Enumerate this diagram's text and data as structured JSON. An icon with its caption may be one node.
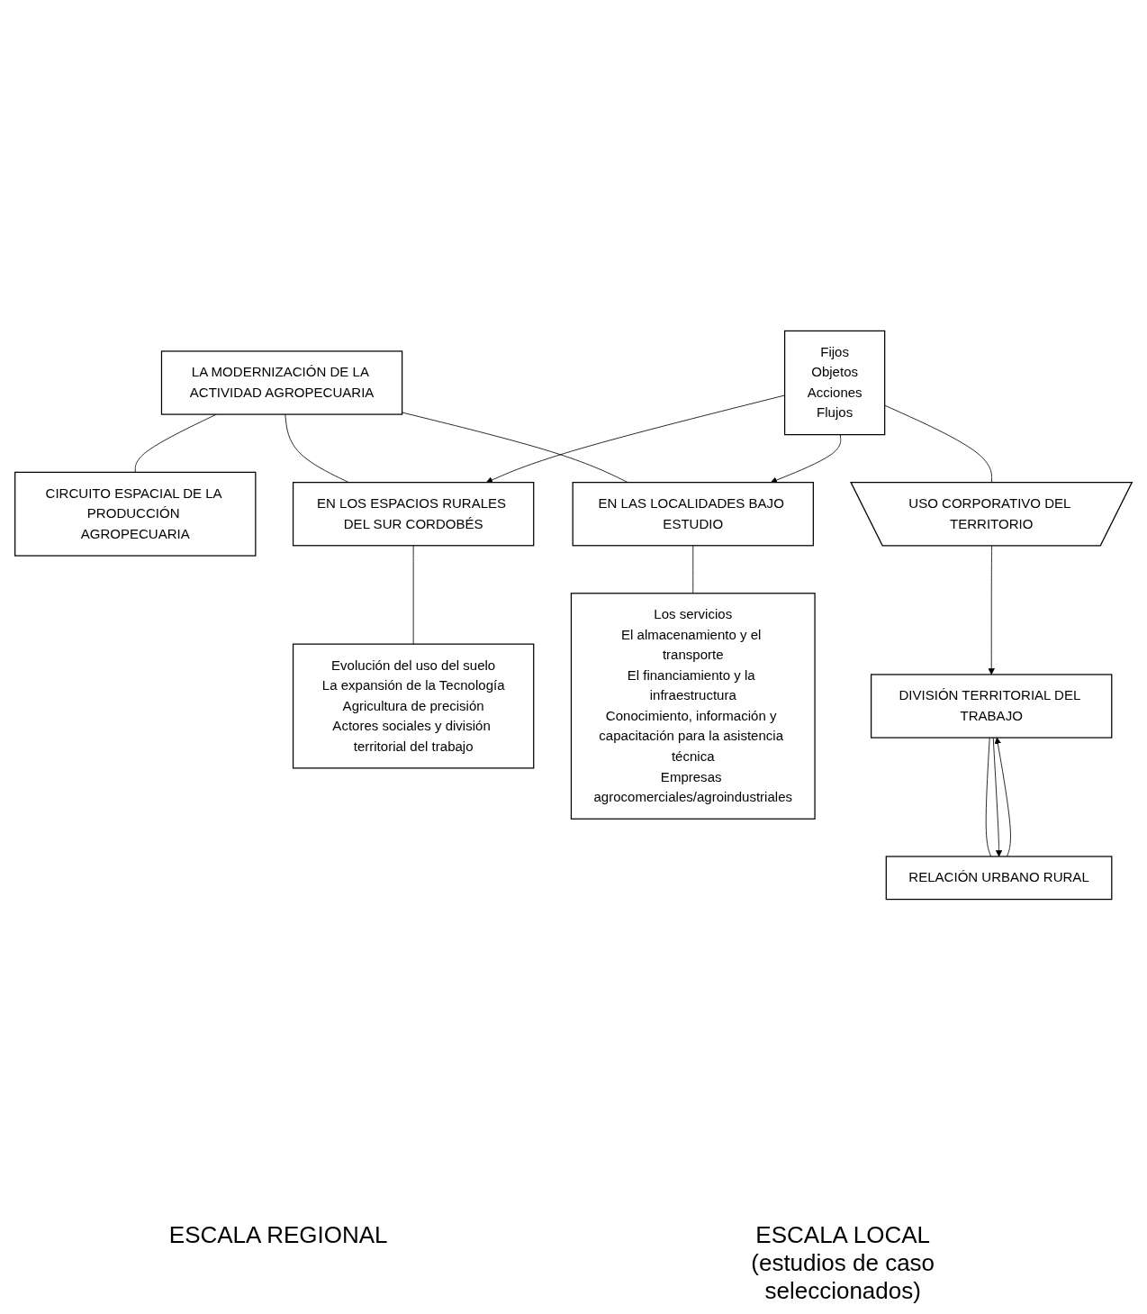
{
  "diagram": {
    "nodes": [
      {
        "text": [
          "LA MODERNIZACIÓN DE LA ACTIVIDAD AGROPECUARIA"
        ]
      },
      {
        "text": [
          "CIRCUITO ESPACIAL DE LA PRODUCCIÓN AGROPECUARIA"
        ]
      },
      {
        "text": [
          "EN LOS ESPACIOS RURALES DEL SUR CORDOBÉS"
        ]
      },
      {
        "text": [
          "Fijos",
          "Objetos",
          "Acciones",
          "Flujos"
        ]
      },
      {
        "text": [
          "EN LAS LOCALIDADES BAJO ESTUDIO"
        ]
      },
      {
        "text": [
          "Evolución del uso del suelo",
          "La expansión de la Tecnología",
          "Agricultura de precisión",
          "Actores sociales y división territorial del trabajo"
        ]
      },
      {
        "text": [
          "Los servicios",
          "El almacenamiento y el transporte",
          "El financiamiento y la infraestructura",
          "Conocimiento, información y capacitación para la asistencia técnica",
          "Empresas agrocomerciales/agroindustriales"
        ]
      },
      {
        "text": [
          "USO CORPORATIVO DEL TERRITORIO"
        ]
      },
      {
        "text": [
          "DIVISIÓN TERRITORIAL DEL TRABAJO"
        ]
      },
      {
        "text": [
          "RELACIÓN URBANO RURAL"
        ]
      }
    ],
    "edges": [
      {
        "from": 0,
        "to": 1,
        "arrow": "none"
      },
      {
        "from": 0,
        "to": 2,
        "arrow": "none"
      },
      {
        "from": 0,
        "to": 4,
        "arrow": "none"
      },
      {
        "from": 3,
        "to": 2,
        "arrow": "to"
      },
      {
        "from": 3,
        "to": 4,
        "arrow": "to"
      },
      {
        "from": 2,
        "to": 5,
        "arrow": "none"
      },
      {
        "from": 4,
        "to": 6,
        "arrow": "none"
      },
      {
        "from": 3,
        "to": 7,
        "arrow": "none"
      },
      {
        "from": 7,
        "to": 8,
        "arrow": "to"
      },
      {
        "from": 8,
        "to": 9,
        "arrow": "none"
      },
      {
        "from": 8,
        "to": 9,
        "arrow": "to"
      },
      {
        "from": 9,
        "to": 8,
        "arrow": "to"
      }
    ],
    "labels": [
      "ESCALA REGIONAL",
      "ESCALA LOCAL (estudios de caso seleccionados)"
    ]
  }
}
